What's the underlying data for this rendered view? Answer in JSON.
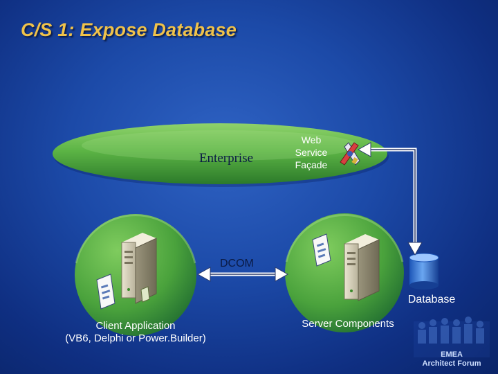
{
  "slide": {
    "title": "C/S 1:  Expose Database"
  },
  "diagram": {
    "enterprise_label": "Enterprise",
    "web_service_lines": [
      "Web",
      "Service",
      "Façade"
    ],
    "dcom_label": "DCOM",
    "database_label": "Database",
    "server_components_label": "Server Components",
    "client_application_lines": [
      "Client Application",
      "(VB6, Delphi or Power.Builder)"
    ]
  },
  "branding": {
    "logo_text_lines": [
      "EMEA",
      "Architect Forum"
    ]
  },
  "colors": {
    "title": "#f0c24a",
    "ellipse_green": "#5cb445",
    "background": "#1c4aa8"
  }
}
